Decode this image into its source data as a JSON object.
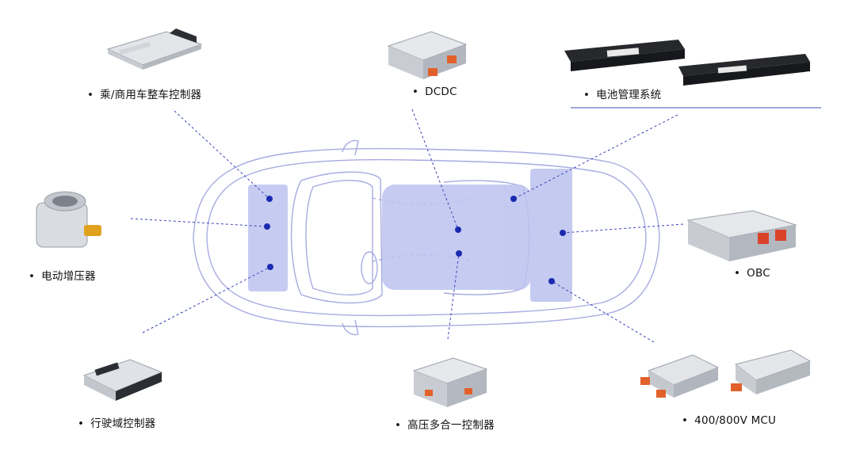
{
  "labels": {
    "vcu": "乘/商用车整车控制器",
    "dcdc": "DCDC",
    "bms": "电池管理系统",
    "turbo": "电动增压器",
    "obc": "OBC",
    "adas": "行驶域控制器",
    "hv": "高压多合一控制器",
    "mcu": "400/800V MCU"
  },
  "bullet": "•",
  "colors": {
    "car_outline": "#8a8fd6",
    "zone_fill": "#bcc3ee",
    "dot": "#1a2ab0",
    "leader": "#3a44b8",
    "bms_rule": "#6a72c8"
  }
}
